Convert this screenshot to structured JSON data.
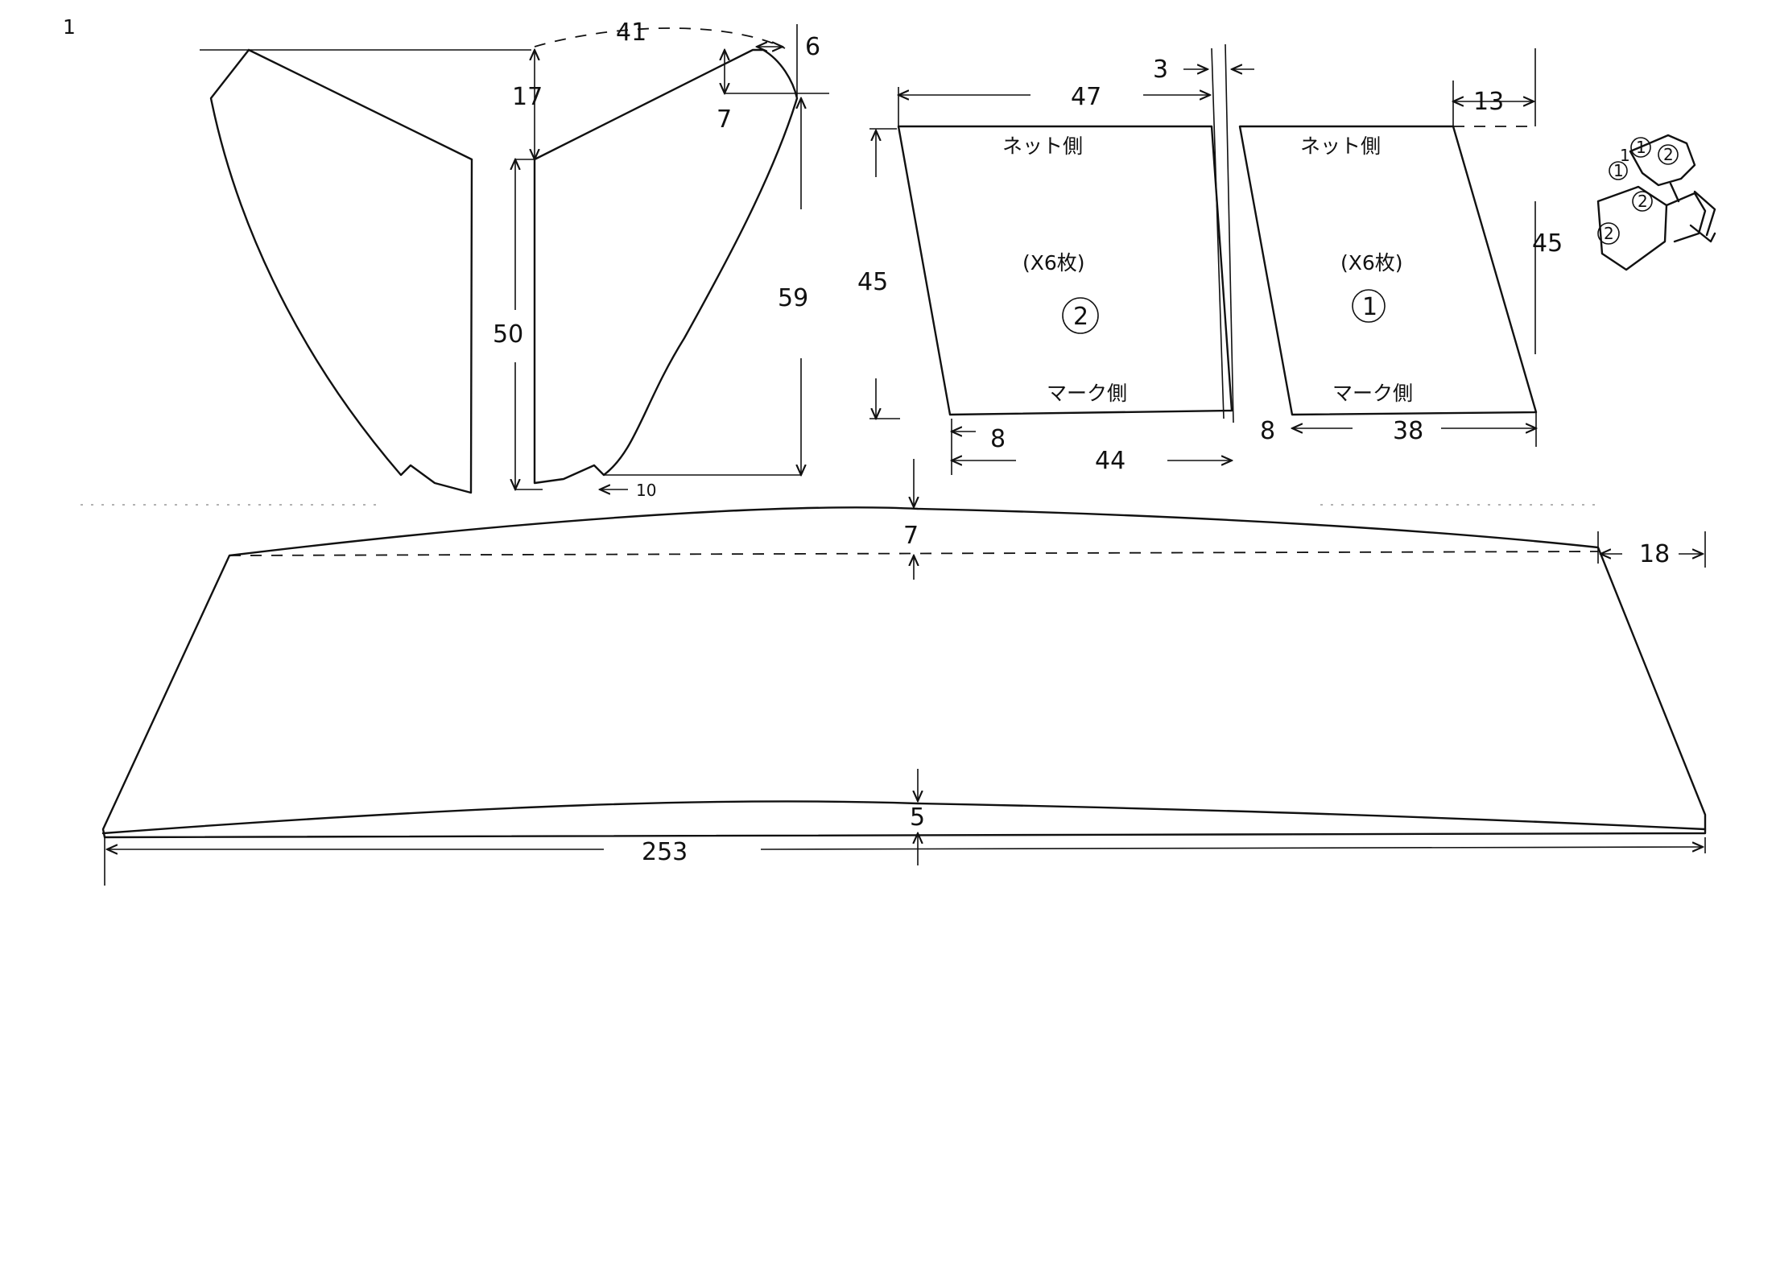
{
  "page": {
    "corner_mark": "1"
  },
  "side_panel": {
    "dims": {
      "top_width": "41",
      "corner_w": "6",
      "corner_h": "7",
      "drop": "17",
      "height": "50",
      "right_height": "59",
      "bottom_offset": "10"
    }
  },
  "panel_2": {
    "top_width": "47",
    "side": "45",
    "bottom_offset": "8",
    "bottom_width": "44",
    "gap": "3",
    "net_label": "ネット側",
    "mark_label": "マーク側",
    "count": "(X6枚)",
    "number": "2"
  },
  "panel_1": {
    "top_offset": "13",
    "side": "45",
    "bottom_offset": "8",
    "bottom_width": "38",
    "net_label": "ネット側",
    "mark_label": "マーク側",
    "count": "(X6枚)",
    "number": "1"
  },
  "assembly_sketch": {
    "labels": [
      "1",
      "2",
      "1",
      "2",
      "1",
      "2"
    ]
  },
  "front_strip": {
    "length": "253",
    "top_arc": "7",
    "bottom_arc": "5",
    "end_offset": "18"
  }
}
